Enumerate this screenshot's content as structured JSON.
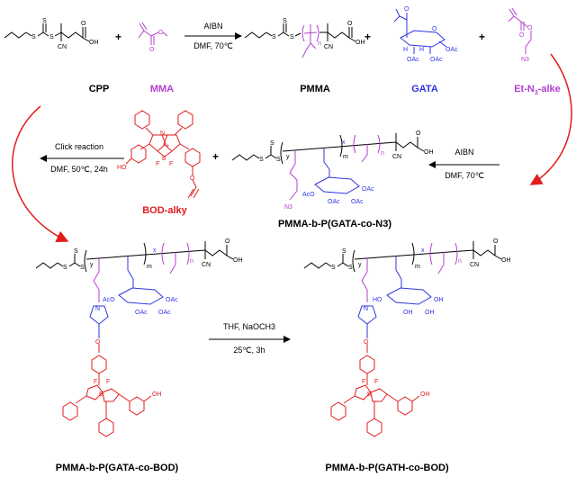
{
  "colors": {
    "black": "#000000",
    "purple": "#b43fd1",
    "blue": "#2f35e0",
    "red": "#e21b1b"
  },
  "labels": {
    "cpp": "CPP",
    "mma": "MMA",
    "pmma": "PMMA",
    "gata": "GATA",
    "et_n3_prefix": "Et-N",
    "et_n3_sub": "3",
    "et_n3_suffix": "-alke",
    "bod_alky": "BOD-alky",
    "pmma_gata_n3": "PMMA-b-P(GATA-co-N3)",
    "pmma_gata_bod": "PMMA-b-P(GATA-co-BOD)",
    "pmma_gath_bod": "PMMA-b-P(GATH-co-BOD)"
  },
  "conditions": {
    "r1_reagent": "AIBN",
    "r1_solvent": "DMF, 70℃",
    "r2_reagent": "AIBN",
    "r2_solvent": "DMF, 70℃",
    "r3_reagent": "Click reaction",
    "r3_solvent": "DMF, 50℃, 24h",
    "r4_reagent": "THF, NaOCH3",
    "r4_solvent": "25℃, 3h"
  },
  "atoms": {
    "S": "S",
    "CN": "CN",
    "OH": "OH",
    "O": "O",
    "OAc": "OAc",
    "AcO": "AcO",
    "H": "H",
    "HO": "HO",
    "N": "N",
    "N3": "N3",
    "F": "F",
    "B": "B",
    "plus": "+",
    "minus": "-",
    "n": "n",
    "m": "m",
    "x": "x",
    "y": "y"
  }
}
